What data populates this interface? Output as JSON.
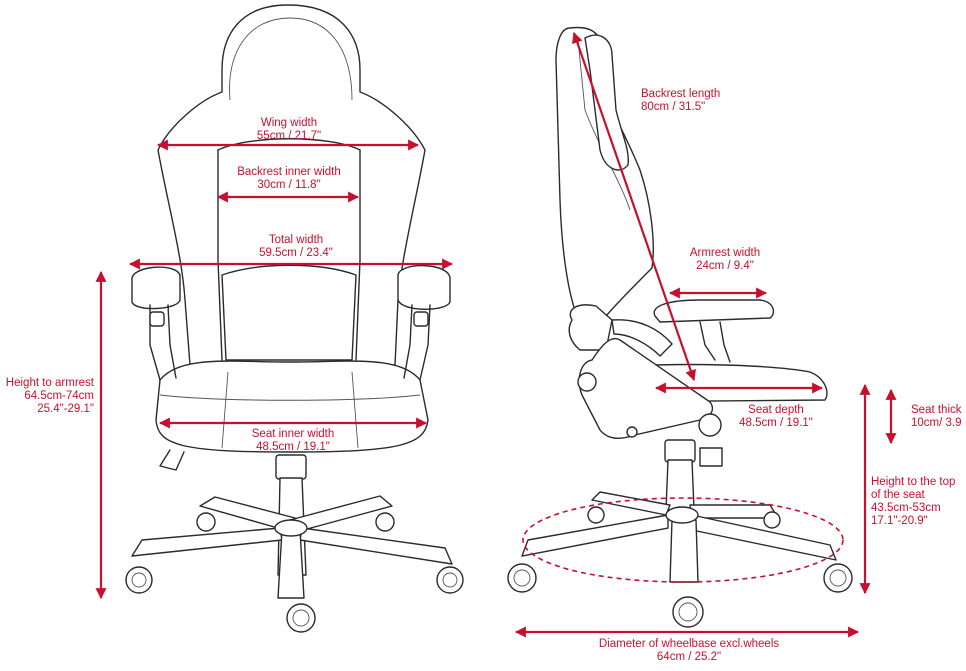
{
  "front_view": {
    "wing_width": {
      "label": "Wing width",
      "value": "55cm / 21.7\""
    },
    "backrest_inner_width": {
      "label": "Backrest inner width",
      "value": "30cm / 11.8\""
    },
    "total_width": {
      "label": "Total width",
      "value": "59.5cm / 23.4\""
    },
    "height_to_armrest": {
      "label": "Height to armrest",
      "value_cm": "64.5cm-74cm",
      "value_in": "25.4\"-29.1\""
    },
    "seat_inner_width": {
      "label": "Seat inner width",
      "value": "48.5cm / 19.1\""
    }
  },
  "side_view": {
    "backrest_length": {
      "label": "Backrest length",
      "value": "80cm / 31.5\""
    },
    "armrest_width": {
      "label": "Armrest width",
      "value": "24cm / 9.4\""
    },
    "seat_depth": {
      "label": "Seat depth",
      "value": "48.5cm / 19.1\""
    },
    "seat_thickness": {
      "label": "Seat thick",
      "value": "10cm/ 3.9"
    },
    "height_to_top_of_seat": {
      "label_line1": "Height to the top",
      "label_line2": "of the seat",
      "value_cm": "43.5cm-53cm",
      "value_in": "17.1\"-20.9\""
    },
    "wheelbase_diameter": {
      "label": "Diameter of wheelbase excl.wheels",
      "value": "64cm / 25.2\""
    }
  },
  "colors": {
    "dimension": "#c8102e",
    "outline": "#2b2b2b",
    "background": "#ffffff"
  }
}
